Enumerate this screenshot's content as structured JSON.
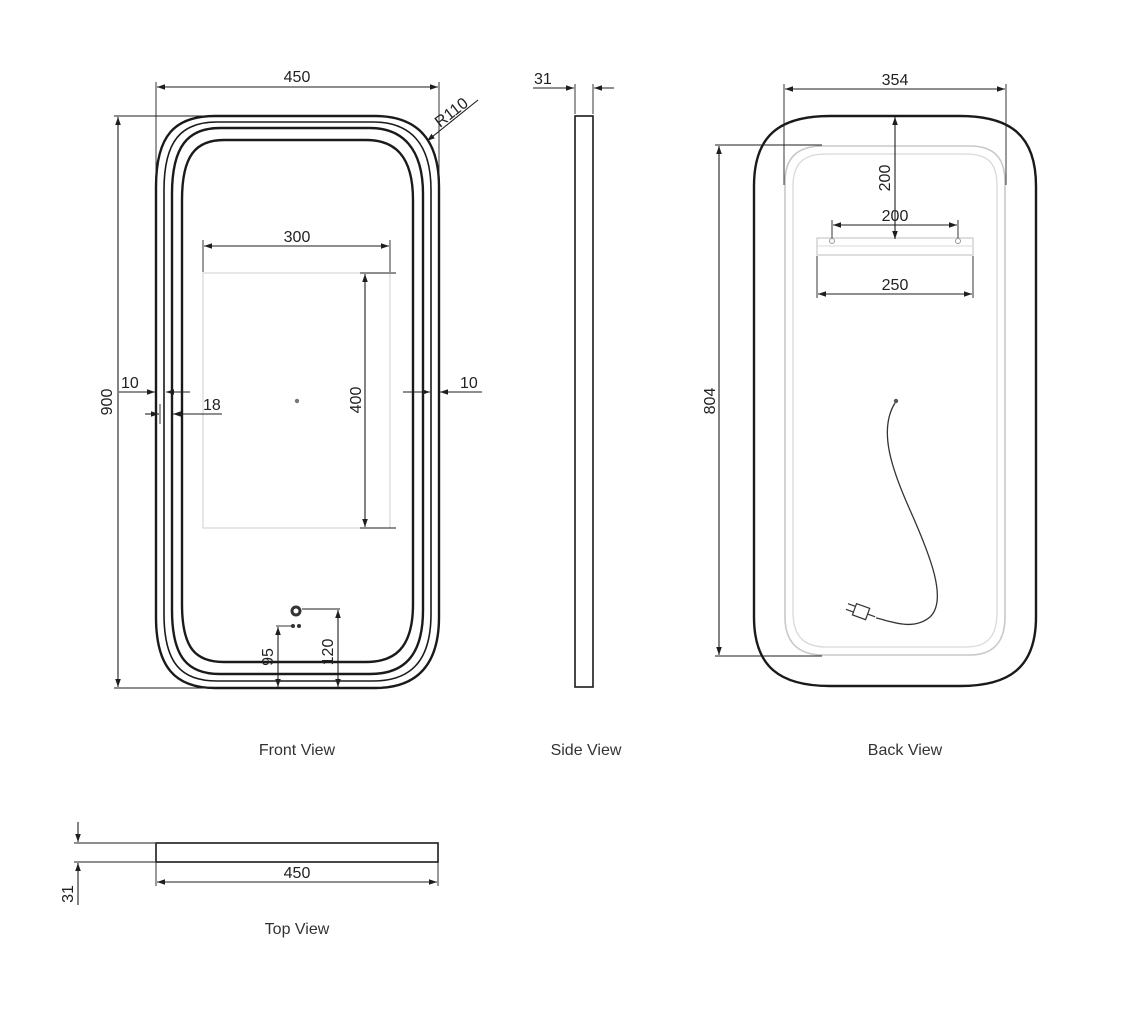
{
  "views": {
    "front": {
      "caption": "Front View",
      "dims": {
        "width": "450",
        "radius": "R110",
        "height": "900",
        "inner_width": "300",
        "inner_height": "400",
        "left_margin": "10",
        "right_margin": "10",
        "inset": "18",
        "switch_offset": "95",
        "switch_height": "120"
      }
    },
    "side": {
      "caption": "Side View",
      "dims": {
        "depth": "31"
      }
    },
    "back": {
      "caption": "Back View",
      "dims": {
        "width": "354",
        "height": "804",
        "bracket_offset": "200",
        "bracket_hole_spacing": "200",
        "bracket_width": "250"
      }
    },
    "top": {
      "caption": "Top View",
      "dims": {
        "width": "450",
        "depth": "31"
      }
    }
  },
  "colors": {
    "line": "#1e1e1e",
    "led_strip": "#c8c8c8"
  }
}
